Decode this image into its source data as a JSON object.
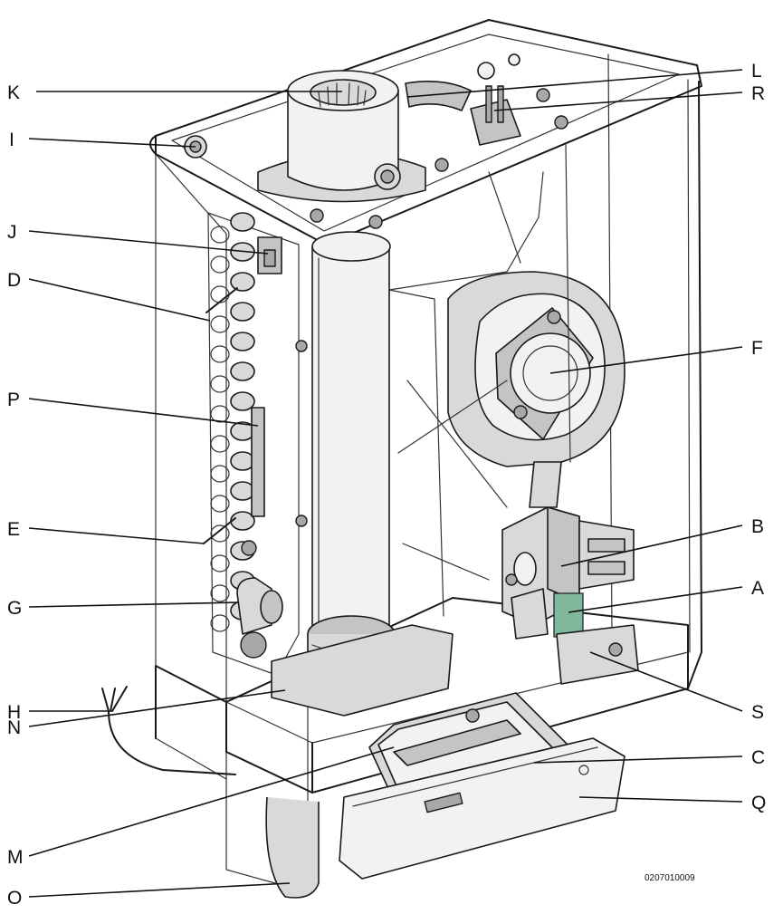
{
  "labels": {
    "K": "K",
    "L": "L",
    "R": "R",
    "I": "I",
    "J": "J",
    "D": "D",
    "F": "F",
    "P": "P",
    "E": "E",
    "B": "B",
    "A": "A",
    "G": "G",
    "S": "S",
    "H": "H",
    "C": "C",
    "N": "N",
    "Q": "Q",
    "M": "M",
    "O": "O"
  },
  "drawing_code": "0207010009",
  "colors": {
    "line": "#1a1a1a",
    "metal": "#d9d9d9",
    "dark_metal": "#a8a8a8",
    "highlight_green": "#7fb89a"
  }
}
